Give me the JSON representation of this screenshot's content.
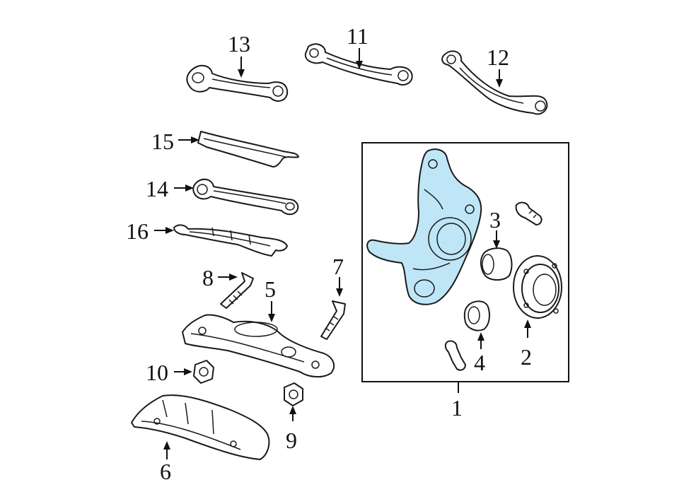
{
  "callouts": {
    "c1": "1",
    "c2": "2",
    "c3": "3",
    "c4": "4",
    "c5": "5",
    "c6": "6",
    "c7": "7",
    "c8": "8",
    "c9": "9",
    "c10": "10",
    "c11": "11",
    "c12": "12",
    "c13": "13",
    "c14": "14",
    "c15": "15",
    "c16": "16"
  },
  "colors": {
    "highlight": "#bfe6f7",
    "line": "#1a1a1a",
    "background": "#ffffff"
  }
}
